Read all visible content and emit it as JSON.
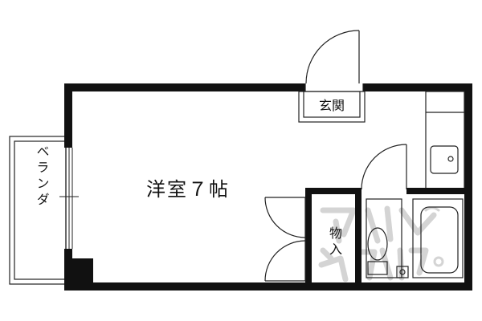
{
  "rooms": {
    "main_room": "洋室７帖",
    "entrance": "玄関",
    "closet_line1": "物",
    "closet_line2": "入",
    "veranda": "ベランダ"
  },
  "watermark": "アパマンショップ",
  "colors": {
    "wall": "#111111",
    "line": "#222222",
    "watermark": "#d8d8d8"
  }
}
